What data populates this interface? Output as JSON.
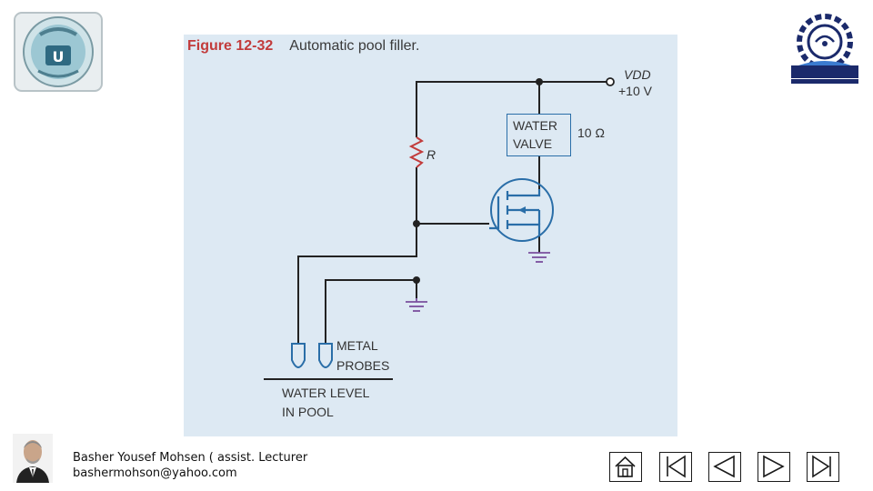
{
  "figure": {
    "number": "Figure 12-32",
    "caption": "Automatic pool filler.",
    "labels": {
      "vdd": "VDD",
      "vdd_value": "+10 V",
      "water_valve_line1": "WATER",
      "water_valve_line2": "VALVE",
      "valve_resistance": "10 Ω",
      "resistor": "R",
      "metal_probes_line1": "METAL",
      "metal_probes_line2": "PROBES",
      "water_level_line1": "WATER LEVEL",
      "water_level_line2": "IN POOL"
    }
  },
  "footer": {
    "author": "Basher Yousef Mohsen ( assist. Lecturer",
    "email": "bashermohson@yahoo.com"
  },
  "colors": {
    "panel_bg": "#dde9f3",
    "wire": "#222222",
    "accent_blue": "#2a6ea8",
    "resistor": "#c23b3b",
    "ground": "#7a4f9e",
    "title_red": "#c23b3b"
  }
}
